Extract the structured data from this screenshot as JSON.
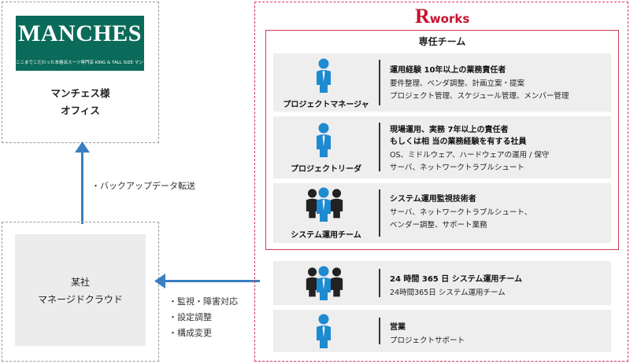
{
  "logo": {
    "main": "MANCHES",
    "sub": "ここまでこだわった本格派スーツ専門店  KING & TALL SIZE マンチェス"
  },
  "office": {
    "line1": "マンチェス様",
    "line2": "オフィス"
  },
  "backup_label": "・バックアップデータ転送",
  "cloud": {
    "line1": "某社",
    "line2": "マネージドクラウド"
  },
  "operations": [
    "・監視・障害対応",
    "・設定調整",
    "・構成変更"
  ],
  "brand": {
    "r": "R",
    "rest": "works"
  },
  "team": {
    "title": "専任チーム",
    "roles": [
      {
        "label": "プロジェクトマネージャ",
        "icon": "single-person-icon",
        "heading": "運用経験 10年以上の業務責任者",
        "lines": [
          "要件整理、ベンダ調整、計画立案・提案",
          "プロジェクト管理、スケジュール管理、メンバー管理"
        ]
      },
      {
        "label": "プロジェクトリーダ",
        "icon": "single-person-icon",
        "heading": "現場運用、実務 7年以上の責任者",
        "heading2": "もしくは相 当の業務経験を有する社員",
        "lines": [
          "OS、ミドルウェア、ハードウェアの運用 / 保守",
          "サーバ、ネットワークトラブルシュート"
        ]
      },
      {
        "label": "システム運用チーム",
        "icon": "group-people-icon",
        "heading": "システム運用監視技術者",
        "lines": [
          "サーバ、ネットワークトラブルシュート、",
          "ベンダー調整、サポート業務"
        ]
      }
    ]
  },
  "support24": {
    "icon": "group-people-icon",
    "heading": "24 時間 365 日 システム運用チーム",
    "line": "24時間365日 システム運用チーム"
  },
  "sales": {
    "icon": "single-person-icon",
    "heading": "営業",
    "line": "プロジェクトサポート"
  },
  "colors": {
    "accent_blue": "#3a7fc1",
    "brand_red": "#c8102e",
    "logo_green": "#0b6b5a",
    "person_blue": "#1e8ad0"
  }
}
